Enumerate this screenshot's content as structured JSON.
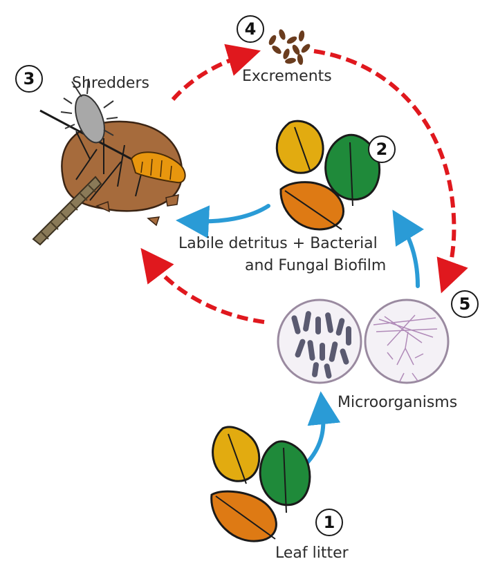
{
  "labels": {
    "shredders": "Shredders",
    "excrements": "Excrements",
    "labile_line1": "Labile detritus + Bacterial",
    "labile_line2": "and Fungal Biofilm",
    "microorganisms": "Microorganisms",
    "leaf_litter": "Leaf litter"
  },
  "steps": {
    "step1": "1",
    "step2": "2",
    "step3": "3",
    "step4": "4",
    "step5": "5"
  },
  "colors": {
    "blue_arrow": "#2a9bd6",
    "red_arrow": "#e0181e",
    "leaf_yellow": "#e2ab10",
    "leaf_green": "#1f8a3a",
    "leaf_orange": "#de7a14",
    "microbe_cell": "#5a5a70",
    "hyphae": "#b08ab8",
    "dish_fill": "#f4f1f6",
    "dish_stroke": "#9a8aa0",
    "leaf_brown": "#a66b3c",
    "excrement": "#6a3c1e"
  },
  "icons": {
    "shredders_illustration": "shredder-insects-on-leaf-icon",
    "excrements_illustration": "fecal-pellets-icon",
    "labile_leaves": "conditioned-leaves-icon",
    "microbes": "bacteria-and-fungi-petri-icon",
    "litter_leaves": "leaf-litter-icon"
  }
}
